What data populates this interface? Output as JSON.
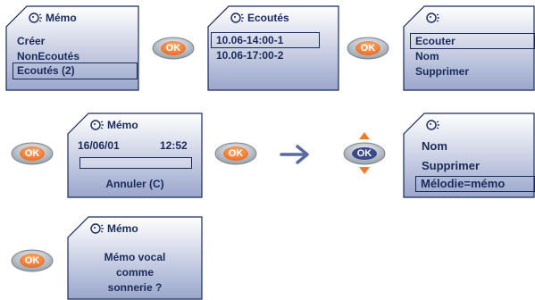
{
  "ok_label": "OK",
  "screens": {
    "memo": {
      "title": "Mémo",
      "items": [
        "Créer",
        "NonEcoutés",
        "Ecoutés (2)"
      ]
    },
    "ecoutes": {
      "title": "Ecoutés",
      "items": [
        "10.06-14:00-1",
        "10.06-17:00-2"
      ]
    },
    "actions1": {
      "title": "",
      "items": [
        "Ecouter",
        "Nom",
        "Supprimer"
      ]
    },
    "playback": {
      "title": "Mémo",
      "date": "16/06/01",
      "time": "12:52",
      "cancel": "Annuler (C)"
    },
    "actions2": {
      "title": "",
      "items": [
        "Nom",
        "Supprimer",
        "Mélodie=mémo"
      ]
    },
    "confirm": {
      "title": "Mémo",
      "lines": [
        "Mémo vocal",
        "comme",
        "sonnerie ?"
      ]
    }
  },
  "colors": {
    "screen_top": "#ffffff",
    "screen_bottom": "#9aa6cc",
    "ok_orange": "#f07a2c",
    "button_gray": "#9aa3ad",
    "text": "#1a2a5a",
    "arrow": "#5a6aa0"
  }
}
